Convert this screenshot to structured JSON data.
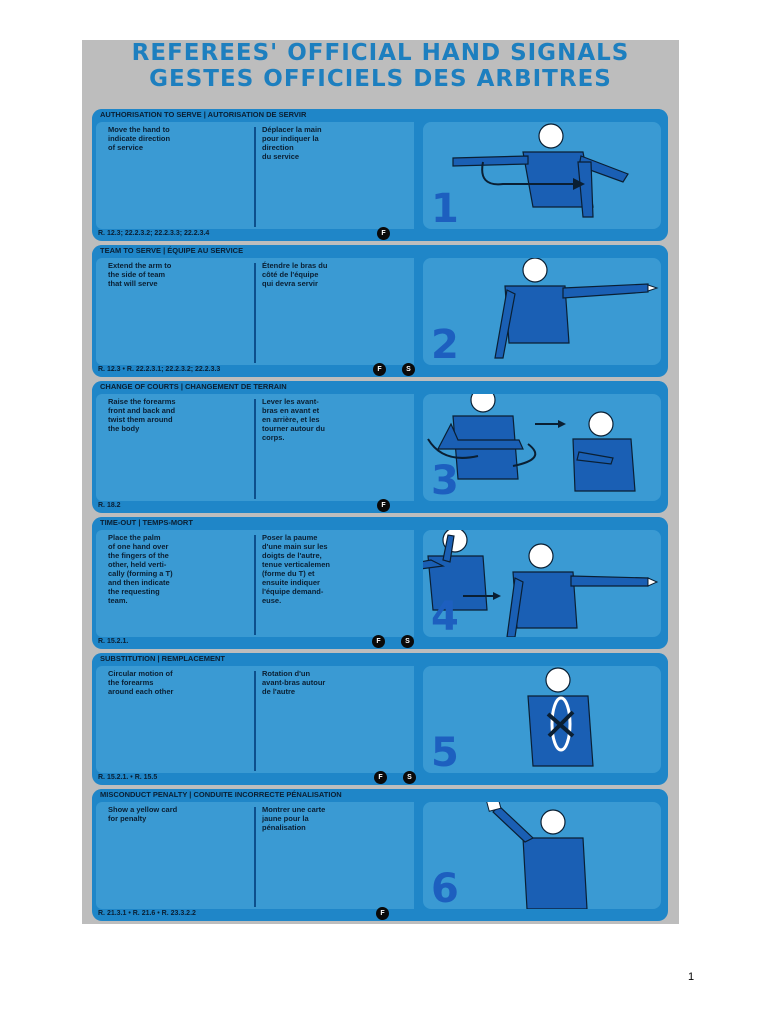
{
  "title_en": "REFEREES' OFFICIAL HAND SIGNALS",
  "title_fr": "GESTES OFFICIELS DES ARBITRES",
  "signals": [
    {
      "header": "AUTHORISATION TO SERVE  |  AUTORISATION DE SERVIR",
      "en": "Move the hand to\nindicate direction\nof service",
      "fr": "Déplacer la main\npour indiquer la\ndirection\ndu service",
      "rules": "R. 12.3; 22.2.3.2; 22.2.3.3; 22.2.3.4",
      "badges": [
        "F"
      ],
      "number": "1"
    },
    {
      "header": "TEAM TO SERVE  |  ÉQUIPE AU SERVICE",
      "en": "Extend the arm to\nthe side of team\nthat will serve",
      "fr": "Étendre le bras du\ncôté de l'équipe\nqui devra servir",
      "rules": "R. 12.3 • R. 22.2.3.1; 22.2.3.2; 22.2.3.3",
      "badges": [
        "F",
        "S"
      ],
      "number": "2"
    },
    {
      "header": "CHANGE OF COURTS  |  CHANGEMENT DE TERRAIN",
      "en": "Raise the forearms\nfront and back and\ntwist them around\nthe body",
      "fr": "Lever les avant-\nbras en avant et\nen arrière, et les\ntourner autour du\ncorps.",
      "rules": "R. 18.2",
      "badges": [
        "F"
      ],
      "number": "3"
    },
    {
      "header": "TIME-OUT  |  TEMPS-MORT",
      "en": "Place the palm\nof one hand over\nthe fingers of the\nother, held verti-\ncally (forming a T)\nand then indicate\nthe requesting\nteam.",
      "fr": "Poser la paume\nd'une main sur les\ndoigts de l'autre,\ntenue verticalemen\n(forme du T) et\nensuite indiquer\nl'équipe demand-\neuse.",
      "rules": "R. 15.2.1.",
      "badges": [
        "F",
        "S"
      ],
      "number": "4"
    },
    {
      "header": "SUBSTITUTION  |  REMPLACEMENT",
      "en": "Circular motion of\nthe forearms\naround each other",
      "fr": "Rotation d'un\navant-bras autour\nde l'autre",
      "rules": "R. 15.2.1. • R. 15.5",
      "badges": [
        "F",
        "S"
      ],
      "number": "5"
    },
    {
      "header": "MISCONDUCT PENALTY  |  CONDUITE INCORRECTE PÉNALISATION",
      "en": "Show a yellow card\nfor penalty",
      "fr": "Montrer une carte\njaune pour la\npénalisation",
      "rules": "R. 21.3.1 • R. 21.6 • R. 23.3.2.2",
      "badges": [
        "F"
      ],
      "number": "6"
    }
  ],
  "page_number": "1",
  "colors": {
    "title": "#1d7fbf",
    "panel": "#1f86c8",
    "panel_inner": "#3a9ad3",
    "divider": "#0d4f8c",
    "figure": "#1a5fb4",
    "poster_bg": "#bdbdbd"
  }
}
